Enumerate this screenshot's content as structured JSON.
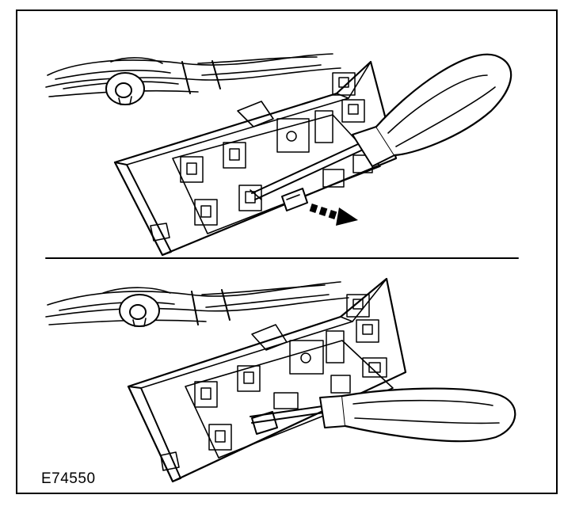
{
  "figure": {
    "code": "E74550",
    "colors": {
      "ink": "#000000",
      "paper": "#ffffff"
    },
    "panels": [
      {
        "name": "top-panel",
        "tool": "screwdriver-icon",
        "action": "release-arrow-icon"
      },
      {
        "name": "bottom-panel",
        "tool": "screwdriver-icon"
      }
    ]
  }
}
